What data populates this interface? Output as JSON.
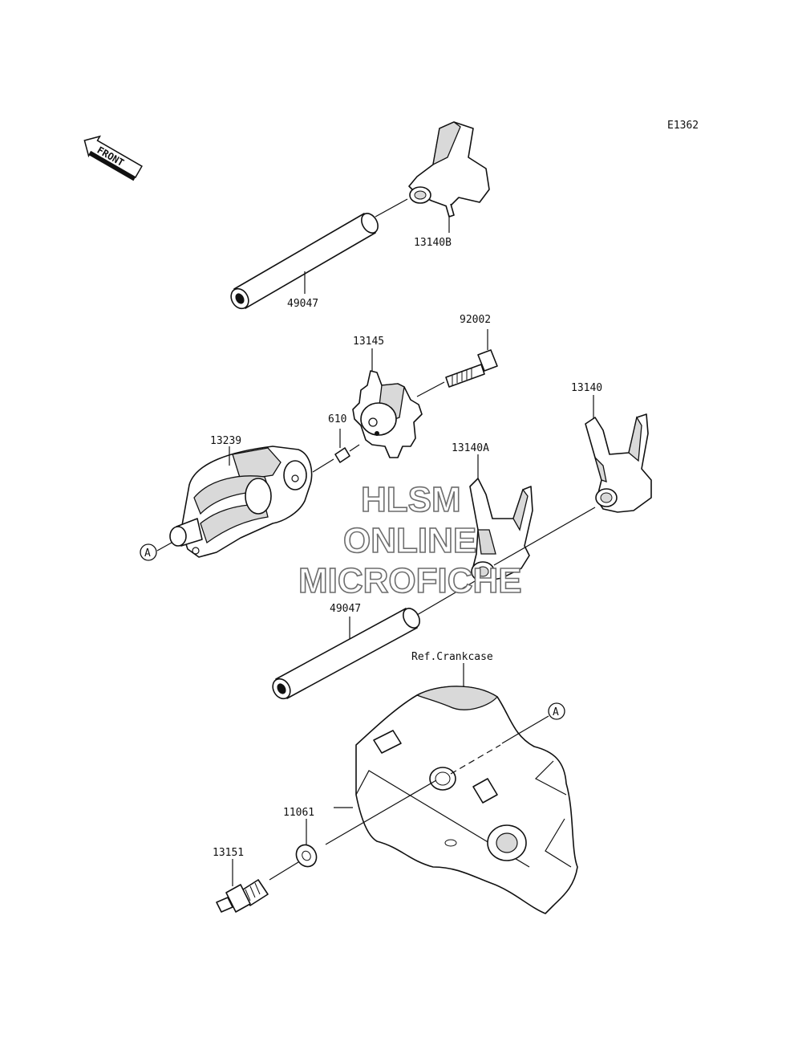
{
  "diagram_code": "E1362",
  "front_arrow": {
    "text": "FRONT",
    "icon": "front-direction-arrow-icon"
  },
  "callouts": [
    {
      "id": "p13140b",
      "text": "13140B"
    },
    {
      "id": "p49047a",
      "text": "49047"
    },
    {
      "id": "p92002",
      "text": "92002"
    },
    {
      "id": "p13145",
      "text": "13145"
    },
    {
      "id": "p13140",
      "text": "13140"
    },
    {
      "id": "p610",
      "text": "610"
    },
    {
      "id": "p13239",
      "text": "13239"
    },
    {
      "id": "p13140a",
      "text": "13140A"
    },
    {
      "id": "p49047b",
      "text": "49047"
    },
    {
      "id": "pref",
      "text": "Ref.Crankcase"
    },
    {
      "id": "p11061",
      "text": "11061"
    },
    {
      "id": "p13151",
      "text": "13151"
    }
  ],
  "reference_markers": {
    "a1": "A",
    "a2": "A"
  },
  "watermark": {
    "line1": "HLSM",
    "line2": "ONLINE",
    "line3": "MICROFICHE"
  }
}
